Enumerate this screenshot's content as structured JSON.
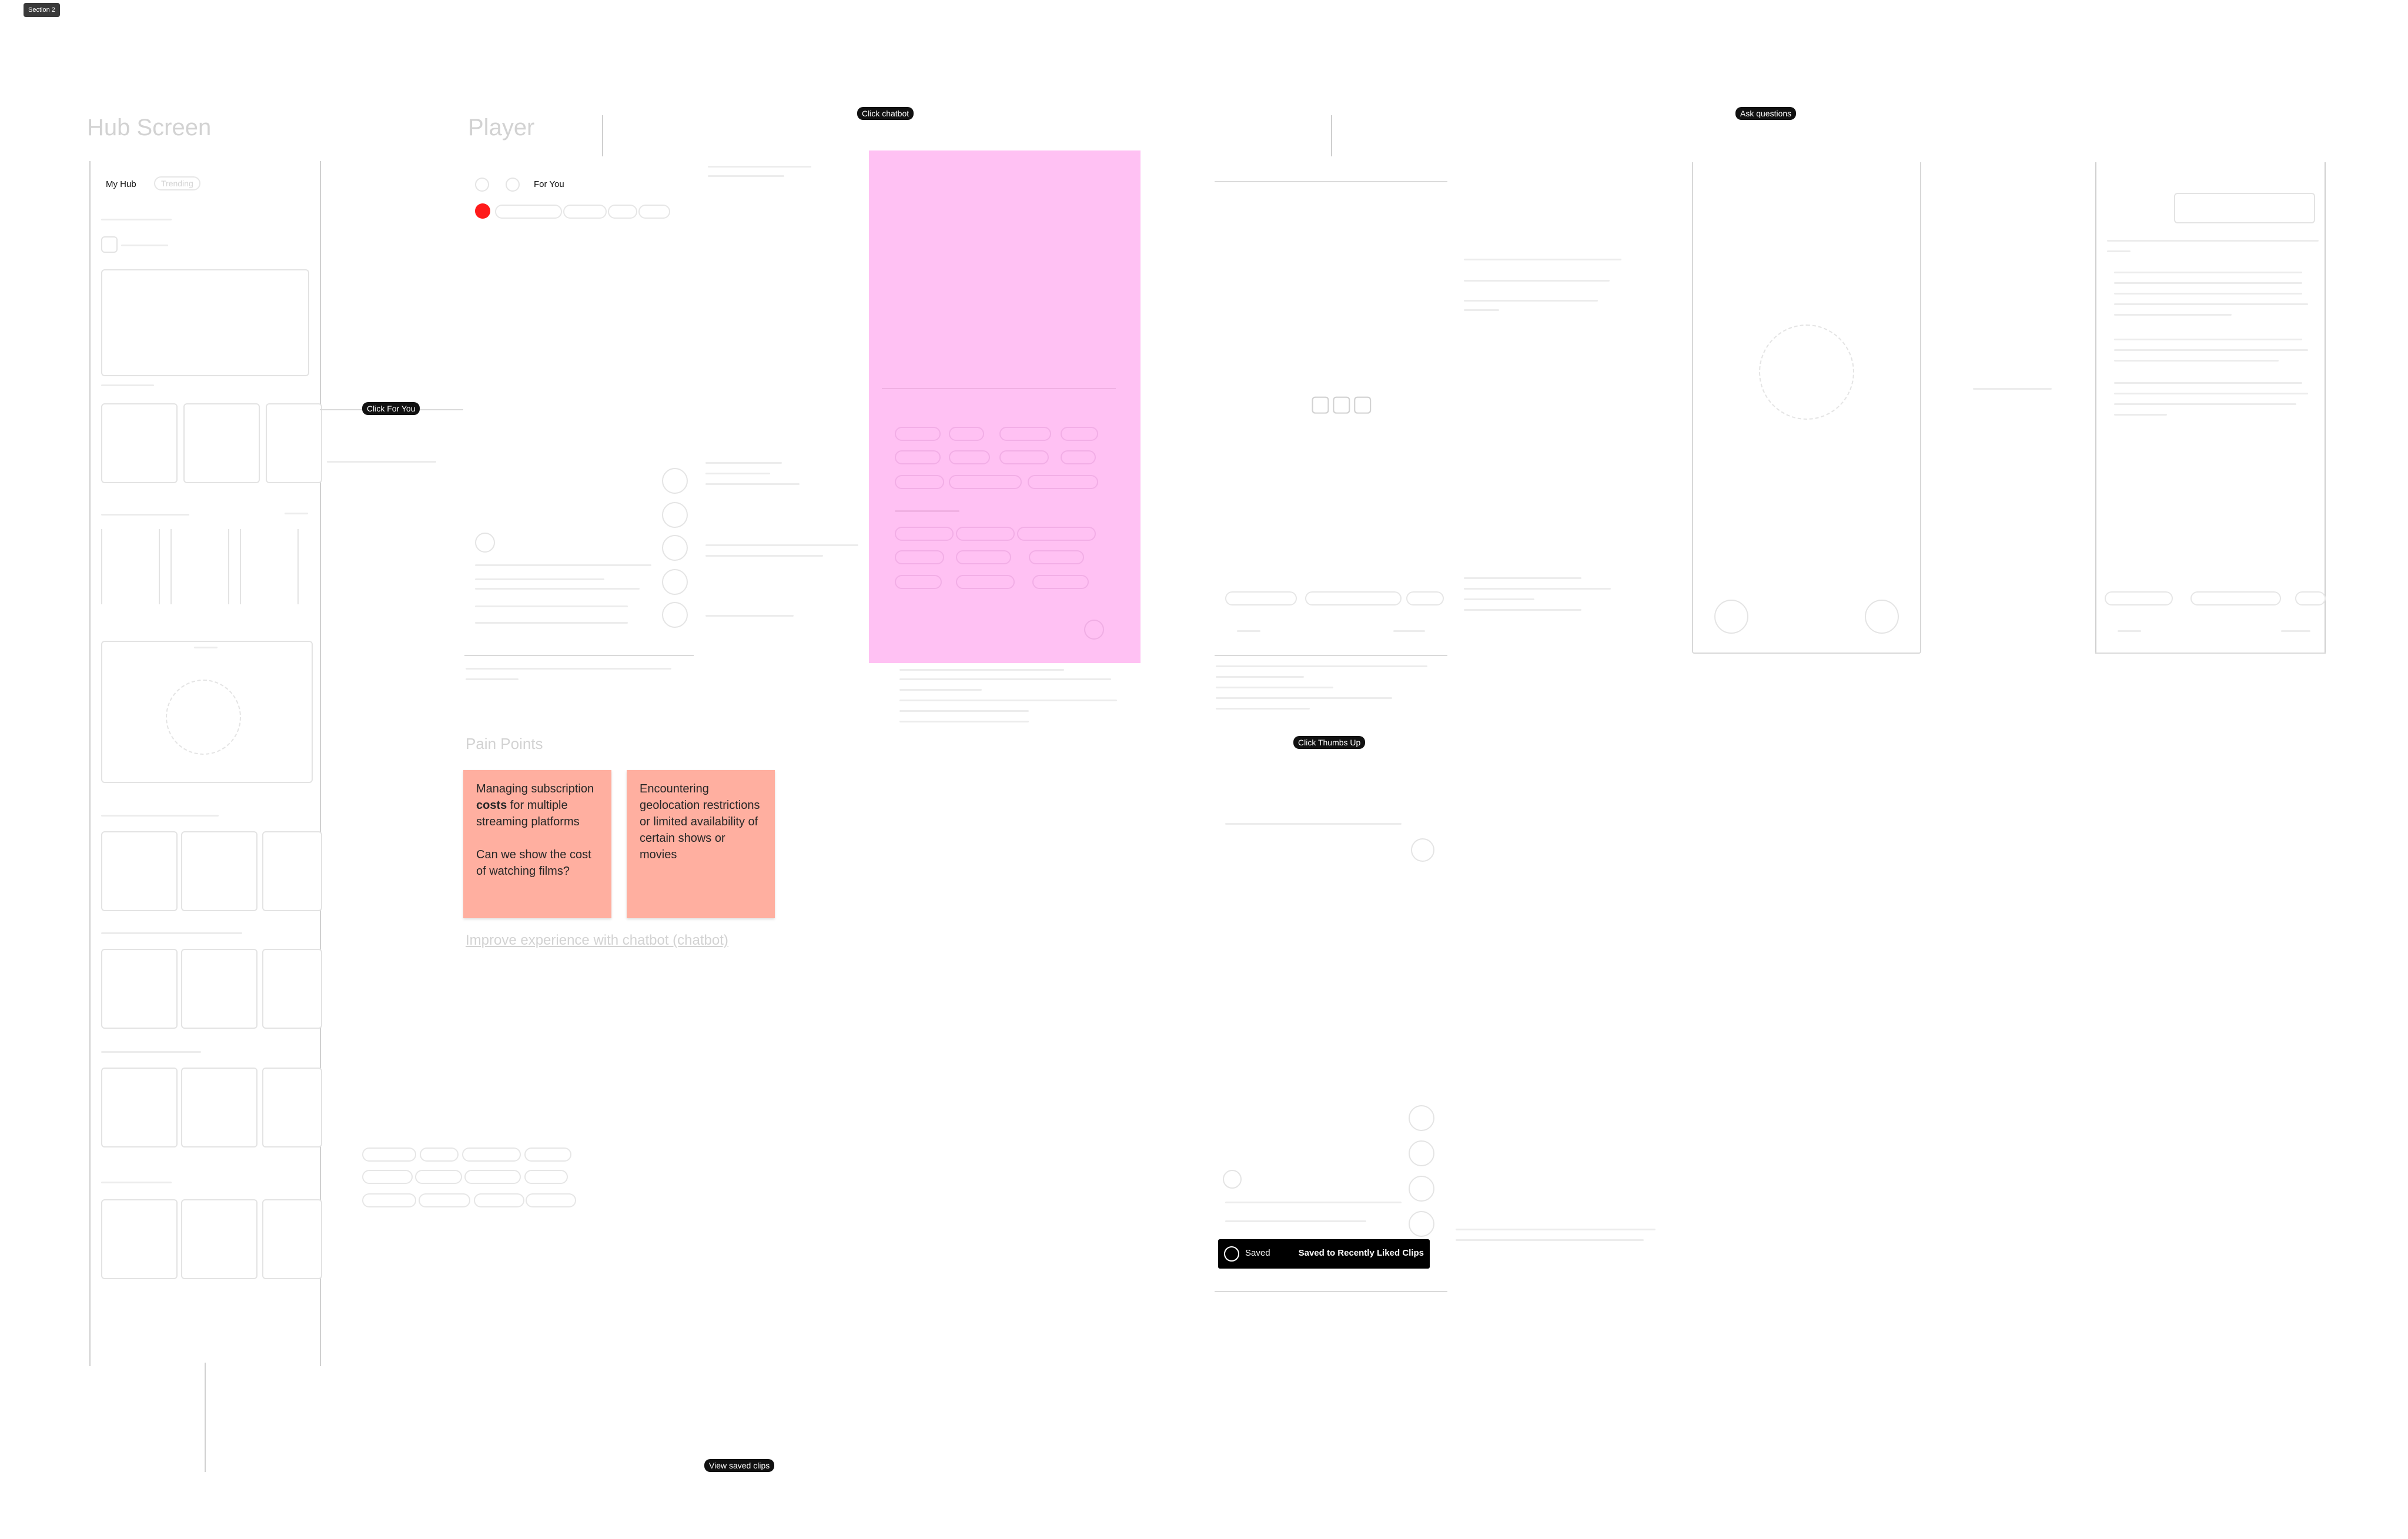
{
  "section_label": "Section 2",
  "annotations": {
    "click_chatbot": "Click chatbot",
    "ask_questions": "Ask questions",
    "click_for_you": "Click For You",
    "click_thumbs_up": "Click Thumbs Up",
    "view_saved_clips": "View saved clips"
  },
  "hub_screen": {
    "title": "Hub Screen",
    "tab_active": "My Hub",
    "tab_inactive": "Trending"
  },
  "player_screen": {
    "title": "Player",
    "tab_for_you": "For You"
  },
  "stickies": {
    "pain_points_heading": "Pain Points",
    "sticky_1": {
      "line1_pre": "Managing subscription",
      "line2_bold": "costs",
      "line2_post": " for multiple streaming platforms",
      "question": "Can we show the cost of watching films?"
    },
    "sticky_2": "Encountering geolocation restrictions or limited availability of certain shows or movies",
    "footer_heading": "Improve experience with chatbot (chatbot)"
  },
  "toast": {
    "saved_label": "Saved",
    "message": "Saved to Recently Liked Clips"
  },
  "colors": {
    "pink_panel": "#ffc1f3",
    "sticky": "#ffafa0",
    "annotation_bg": "#111111",
    "red_dot": "#ff1a1a",
    "toast_bg": "#000000"
  }
}
